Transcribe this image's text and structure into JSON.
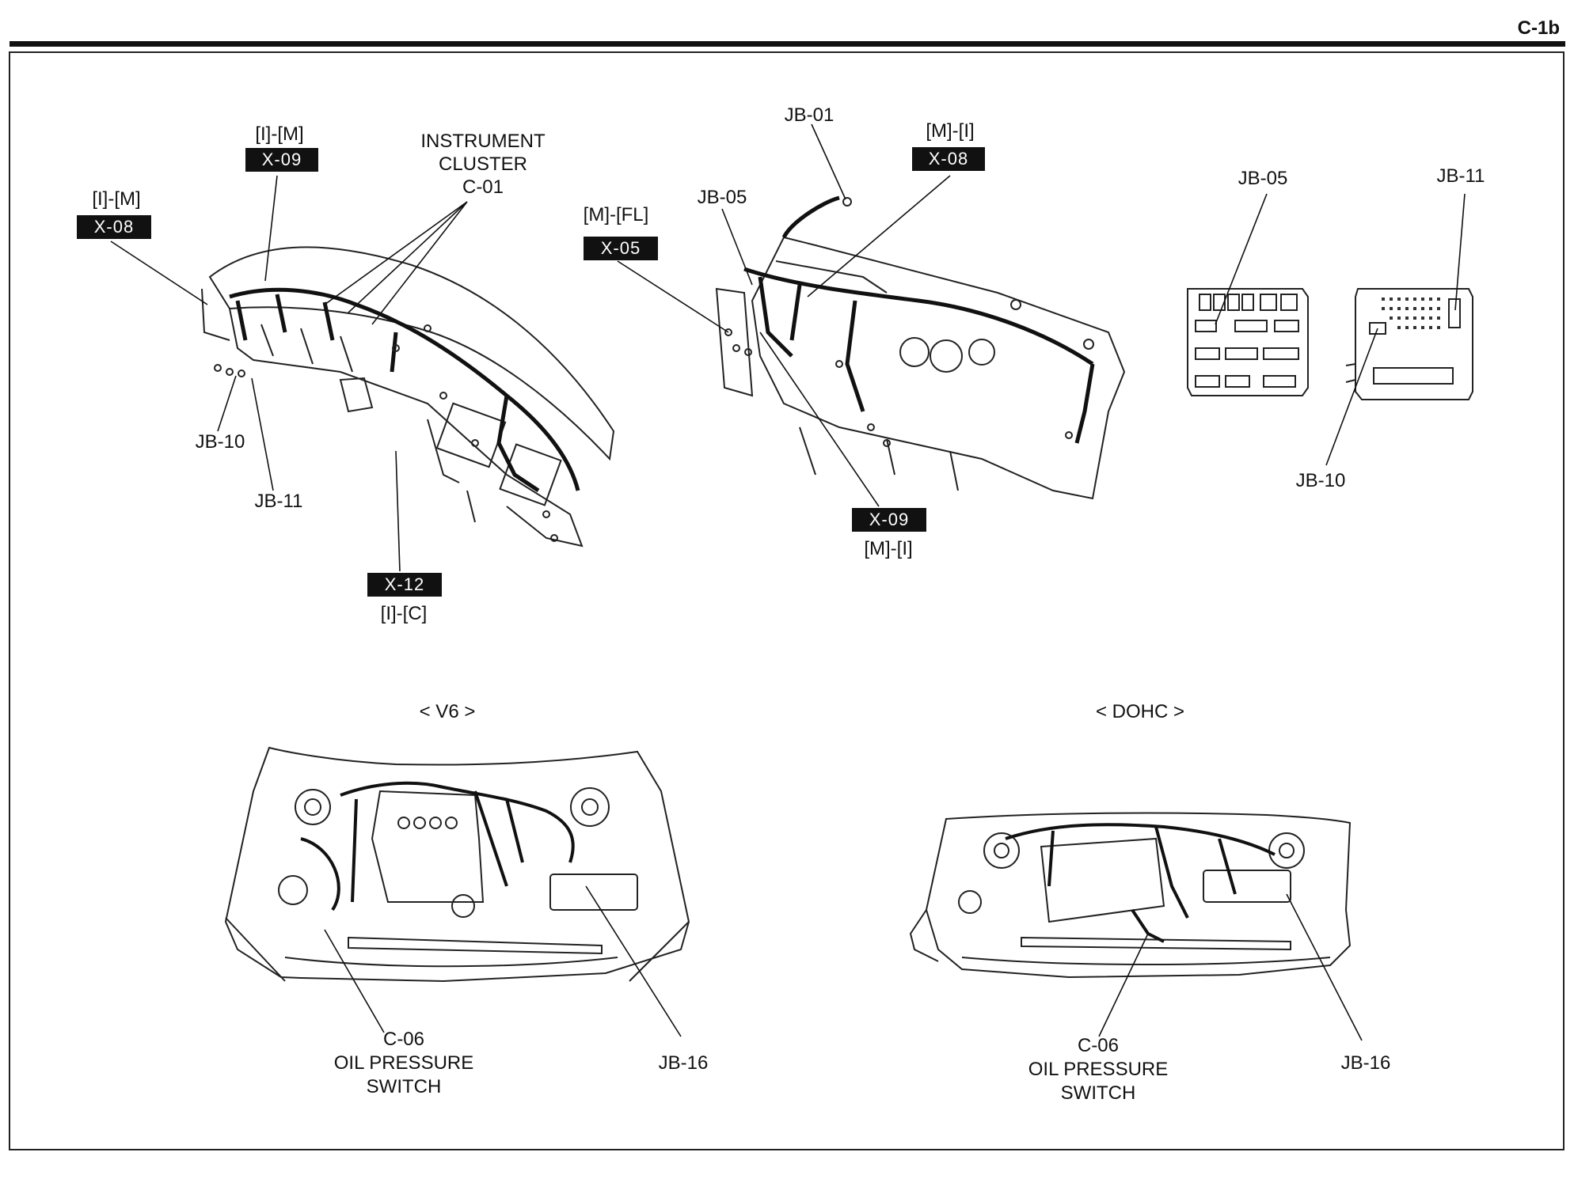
{
  "page": {
    "number": "C-1b"
  },
  "dashboard_left": {
    "x08": {
      "route": "[I]-[M]",
      "connector": "X-08"
    },
    "x09": {
      "route": "[I]-[M]",
      "connector": "X-09"
    },
    "cluster": {
      "line1": "INSTRUMENT",
      "line2": "CLUSTER",
      "line3": "C-01"
    },
    "jb10": "JB-10",
    "jb11": "JB-11",
    "x12": {
      "connector": "X-12",
      "route": "[I]-[C]"
    }
  },
  "dashboard_right": {
    "jb01": "JB-01",
    "x08": {
      "route": "[M]-[I]",
      "connector": "X-08"
    },
    "jb05": "JB-05",
    "x05": {
      "route": "[M]-[FL]",
      "connector": "X-05"
    },
    "x09": {
      "connector": "X-09",
      "route": "[M]-[I]"
    }
  },
  "junction_boxes": {
    "jb05": "JB-05",
    "jb11": "JB-11",
    "jb10": "JB-10"
  },
  "engine_v6": {
    "title": "< V6 >",
    "c06": {
      "line1": "C-06",
      "line2": "OIL PRESSURE",
      "line3": "SWITCH"
    },
    "jb16": "JB-16"
  },
  "engine_dohc": {
    "title": "< DOHC >",
    "c06": {
      "line1": "C-06",
      "line2": "OIL PRESSURE",
      "line3": "SWITCH"
    },
    "jb16": "JB-16"
  }
}
